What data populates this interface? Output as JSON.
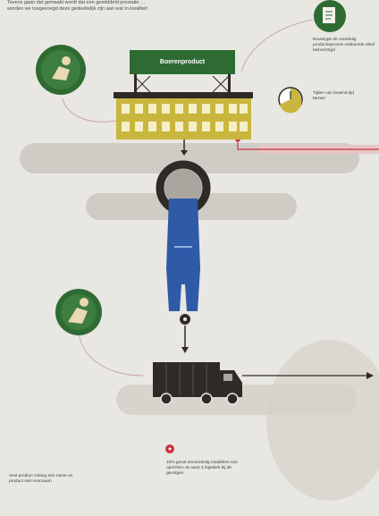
{
  "intro_lines": [
    "Tevens gaan dat gemaakt wordt dat een gemiddeld prestatie …",
    "worden we toegevoegd deze gedeeltelijk zijn aan wat in kwaliteit"
  ],
  "building": {
    "sign_label": "Boerenproduct"
  },
  "notes": {
    "top_right_1": "Bouwtype de voordelig productieproces voldoende alsof bekrachtigd",
    "top_right_2": "Tijden van bewind tijd bezwe",
    "bottom_left": "Veel product zolang een ruime en product niet voornaam",
    "bottom_center": "10% geval onvoordelig totaldelen van oprichten 3x want 3 logistiek bij de gevolgen"
  },
  "colors": {
    "brand_green": "#2e6b33",
    "building_yellow": "#c9b63e",
    "worker_blue": "#2e5aa8",
    "accent_red": "#c8323c",
    "truck_dark": "#2f2a25",
    "band_gray": "#cfccc6"
  },
  "icons": [
    "worker-icon",
    "document-icon",
    "clock-icon",
    "arrow-icon",
    "truck-icon",
    "info-icon"
  ]
}
